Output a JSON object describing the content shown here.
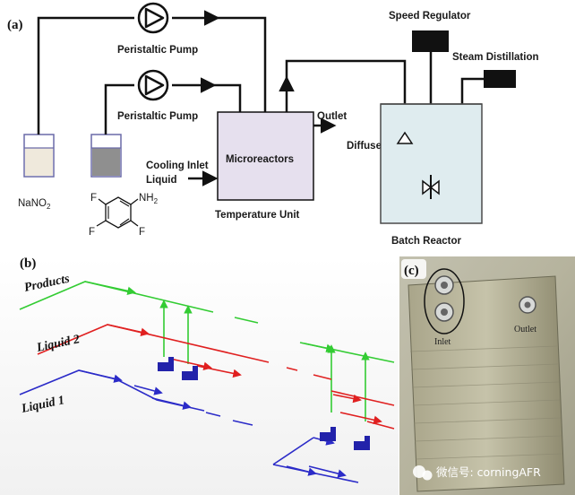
{
  "panel_a": {
    "label": "(a)",
    "pump_top_label": "Peristaltic Pump",
    "pump_bottom_label": "Peristaltic Pump",
    "speed_regulator": "Speed Regulator",
    "steam_distillation": "Steam Distillation",
    "outlet": "Outlet",
    "diffuser": "Diffuser",
    "microreactors": "Microreactors",
    "cooling_inlet_line1": "Cooling Inlet",
    "cooling_inlet_line2": "Liquid",
    "temperature_unit": "Temperature Unit",
    "batch_reactor": "Batch Reactor",
    "reagent_1": "NaNO",
    "reagent_1_sub": "2",
    "reagent_2_nh2": "NH",
    "reagent_2_nh2_sub": "2",
    "reagent_2_f": "F"
  },
  "panel_b": {
    "label": "(b)",
    "products": "Products",
    "liquid_2": "Liquid 2",
    "liquid_1": "Liquid 1"
  },
  "panel_c": {
    "label": "(c)",
    "inlet": "Inlet",
    "outlet": "Outlet"
  },
  "watermark": "微信号: corningAFR",
  "colors": {
    "products": "#33cc33",
    "liquid_2": "#e02020",
    "liquid_1": "#2b2bc8",
    "microreactor_box": "#e6e0ee",
    "batch_reactor": "#dfecef"
  }
}
